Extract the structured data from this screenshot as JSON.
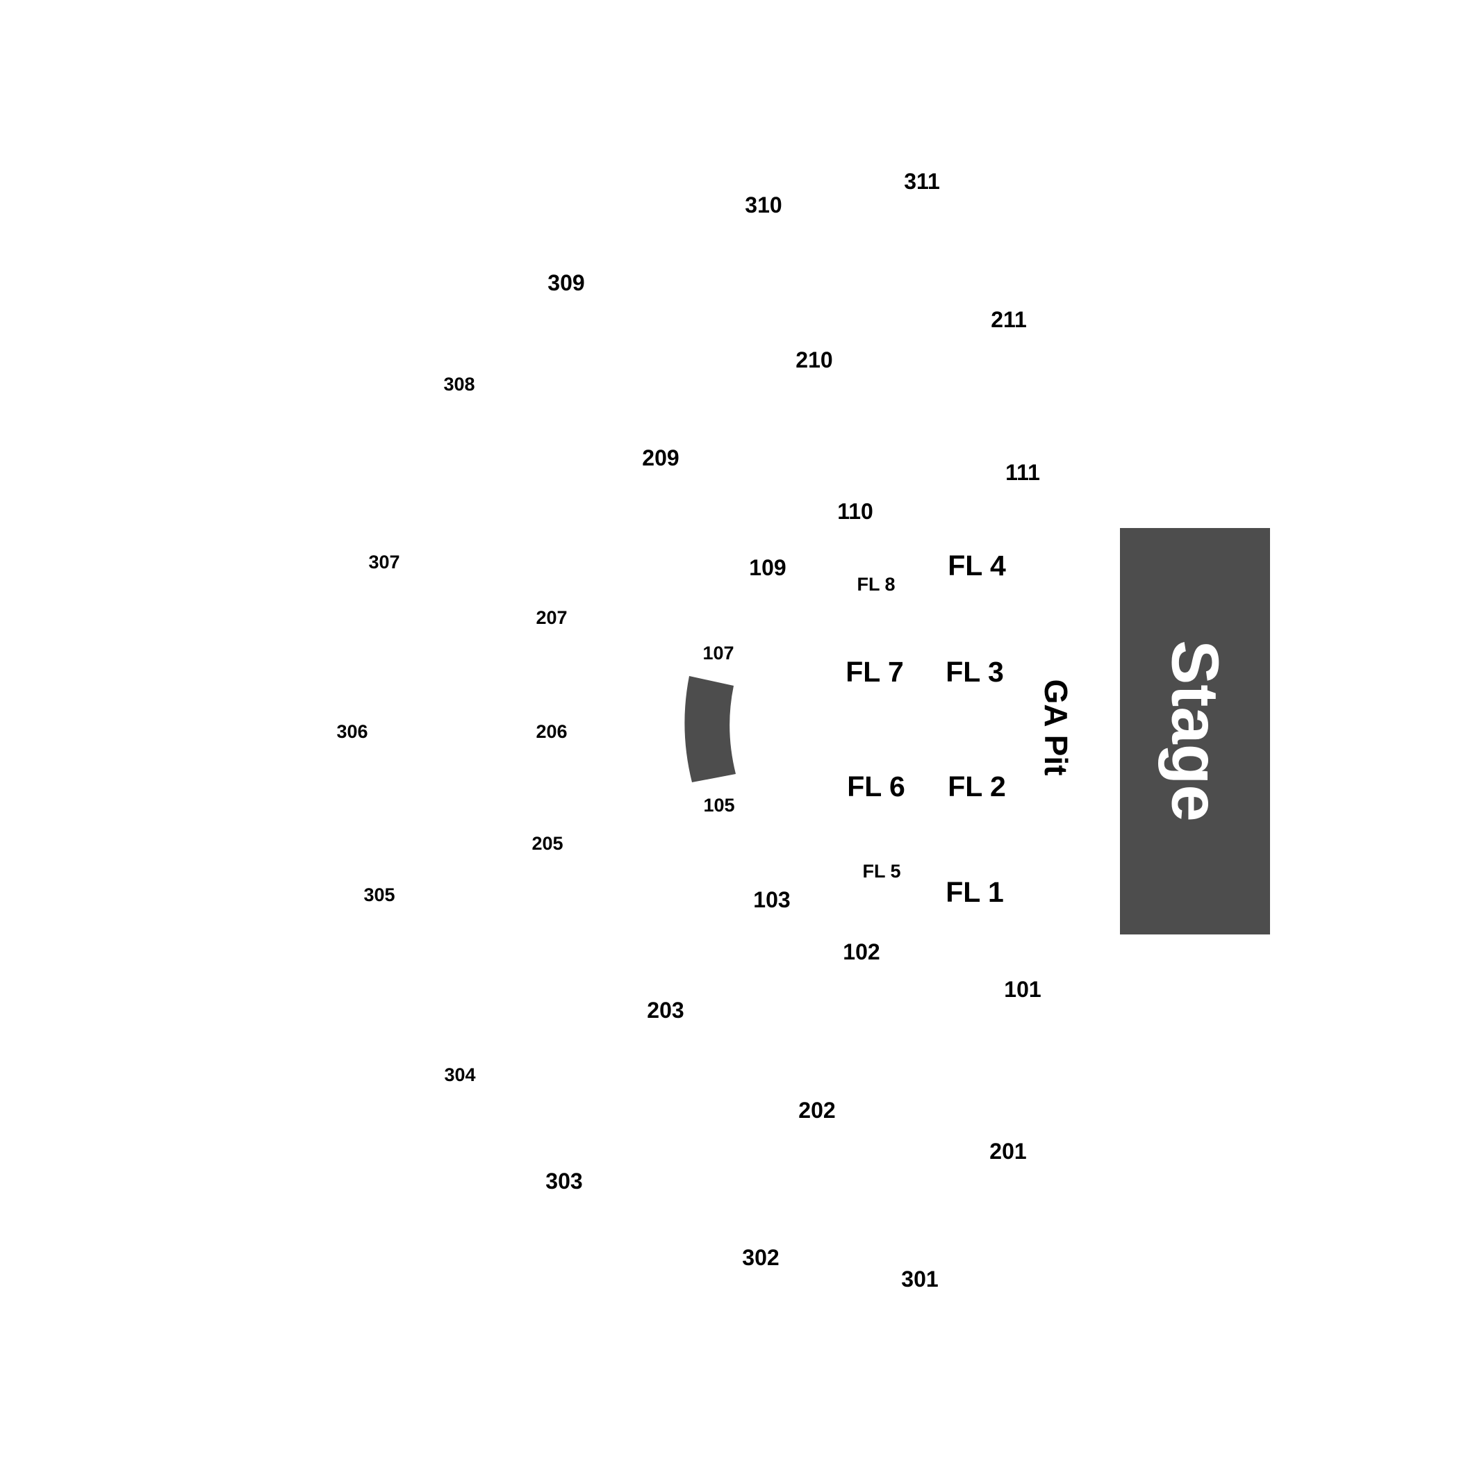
{
  "colors": {
    "background": "#ffffff",
    "fixture": "#4d4d4d",
    "label": "#000000",
    "stage_label": "#ffffff"
  },
  "stage": {
    "label": "Stage"
  },
  "ga_pit": {
    "label": "GA Pit"
  },
  "sections": {
    "s101": "101",
    "s102": "102",
    "s103": "103",
    "s105": "105",
    "s107": "107",
    "s109": "109",
    "s110": "110",
    "s111": "111",
    "s201": "201",
    "s202": "202",
    "s203": "203",
    "s205": "205",
    "s206": "206",
    "s207": "207",
    "s209": "209",
    "s210": "210",
    "s211": "211",
    "s301": "301",
    "s302": "302",
    "s303": "303",
    "s304": "304",
    "s305": "305",
    "s306": "306",
    "s307": "307",
    "s308": "308",
    "s309": "309",
    "s310": "310",
    "s311": "311"
  },
  "floor": {
    "fl1": "FL 1",
    "fl2": "FL 2",
    "fl3": "FL 3",
    "fl4": "FL 4",
    "fl5": "FL 5",
    "fl6": "FL 6",
    "fl7": "FL 7",
    "fl8": "FL 8"
  }
}
